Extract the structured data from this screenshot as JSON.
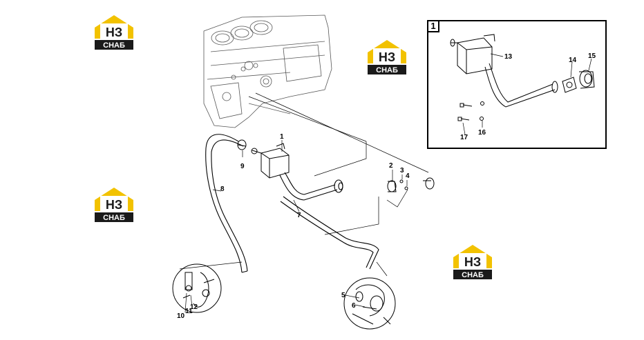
{
  "logo": {
    "mark": "НЗ",
    "caption": "СНАБ",
    "icon": "house-logo-icon",
    "colors": {
      "roof": "#f2c200",
      "dark": "#1a1a1a",
      "text": "#ffffff"
    }
  },
  "inset": {
    "label": "1"
  },
  "callouts": {
    "c1": "1",
    "c2": "2",
    "c3": "3",
    "c4": "4",
    "c5": "5",
    "c6": "6",
    "c7": "7",
    "c8": "8",
    "c9": "9",
    "c10": "10",
    "c11": "11",
    "c12": "12",
    "c13": "13",
    "c14": "14",
    "c15": "15",
    "c16": "16",
    "c17": "17"
  }
}
